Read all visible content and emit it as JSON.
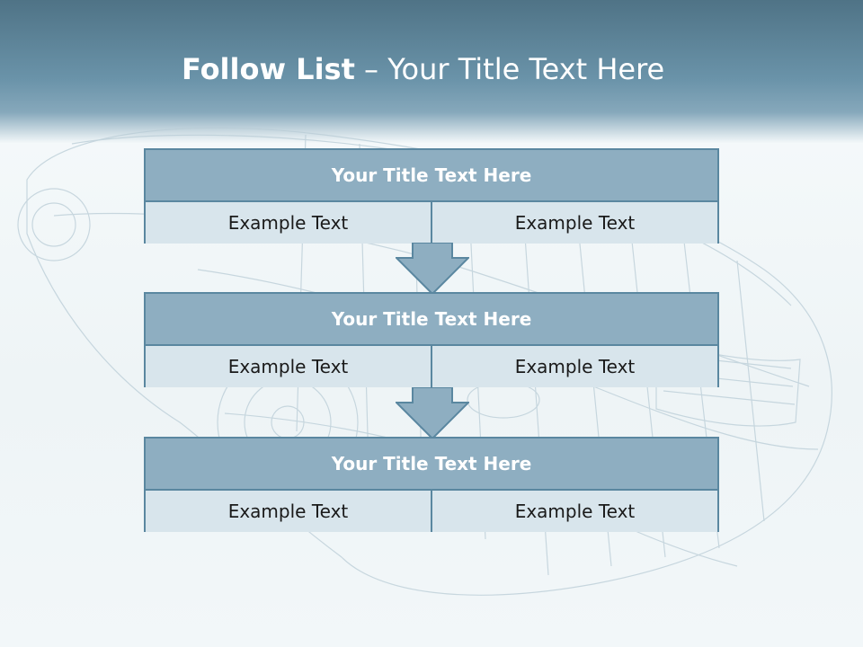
{
  "slide": {
    "title_bold": "Follow List",
    "title_rest": " – Your Title Text Here"
  },
  "blocks": [
    {
      "title": "Your Title Text Here",
      "left": "Example Text",
      "right": "Example Text"
    },
    {
      "title": "Your Title Text Here",
      "left": "Example Text",
      "right": "Example Text"
    },
    {
      "title": "Your Title Text Here",
      "left": "Example Text",
      "right": "Example Text"
    }
  ],
  "colors": {
    "header": "#4f7386",
    "block_head": "#8eaec1",
    "block_cell": "#d8e5ec",
    "border": "#5a87a0",
    "arrow": "#8eaec1"
  }
}
